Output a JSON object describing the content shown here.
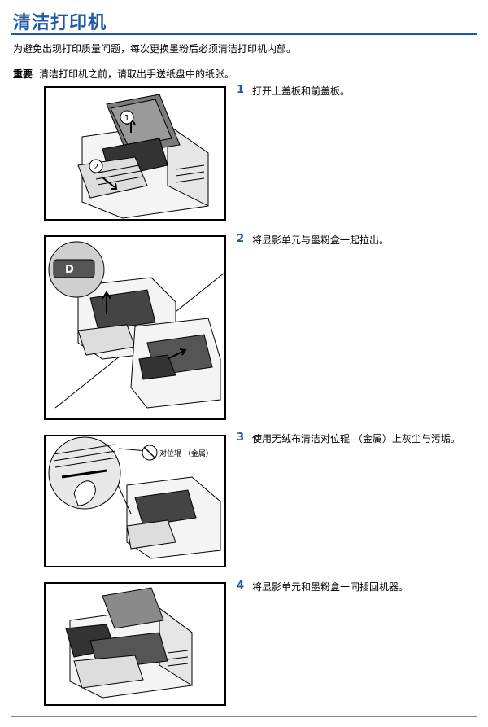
{
  "title": "清洁打印机",
  "intro": "为避免出现打印质量问题，每次更换墨粉后必须清洁打印机内部。",
  "note": {
    "label": "重要",
    "text": "清洁打印机之前，请取出手送纸盘中的纸张。"
  },
  "steps": [
    {
      "num": "1",
      "text": "打开上盖板和前盖板。"
    },
    {
      "num": "2",
      "text": "将显影单元与墨粉盒一起拉出。"
    },
    {
      "num": "3",
      "text": "使用无绒布清洁对位辊 （金属）上灰尘与污垢。"
    },
    {
      "num": "4",
      "text": "将显影单元和墨粉盒一同插回机器。"
    }
  ],
  "figures": {
    "fig1": {
      "markers": [
        "1",
        "2"
      ]
    },
    "fig2": {
      "label": "D"
    },
    "fig3": {
      "callout": "对位辊 （金属）"
    }
  }
}
